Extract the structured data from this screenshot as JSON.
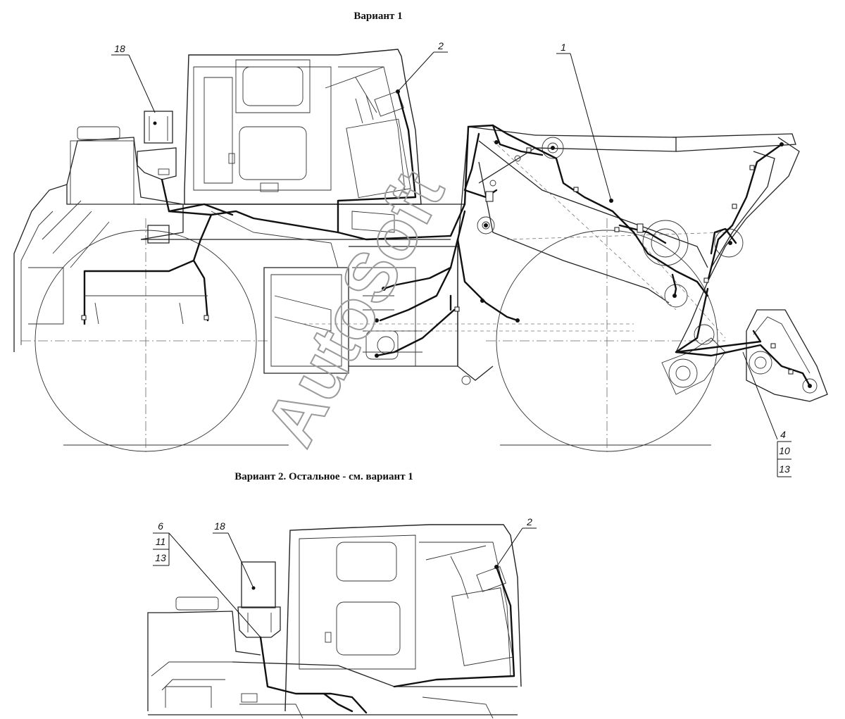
{
  "variant1_title": "Вариант 1",
  "variant2_title": "Вариант 2. Остальное - см. вариант 1",
  "watermark": "AutoSoft",
  "callouts_v1": {
    "c18": "18",
    "c2": "2",
    "c1": "1",
    "c4": "4",
    "c10": "10",
    "c13": "13"
  },
  "callouts_v2": {
    "c6": "6",
    "c11": "11",
    "c13": "13",
    "c18": "18",
    "c2": "2"
  }
}
